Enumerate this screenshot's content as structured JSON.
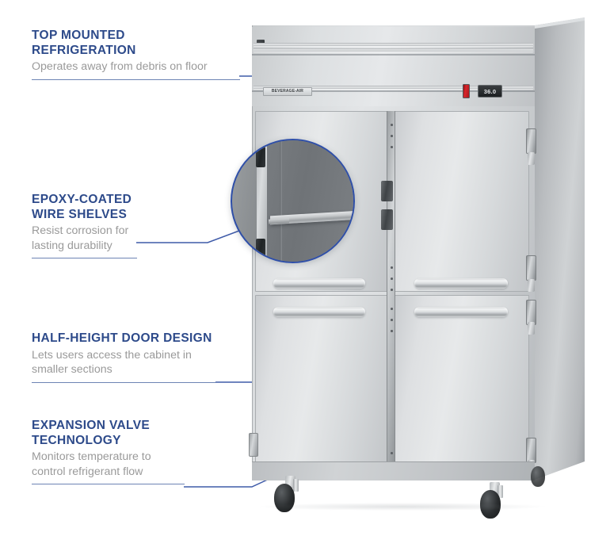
{
  "page": {
    "background_color": "#ffffff",
    "accent_color": "#2d4a8a",
    "leader_color": "#3f5ba9",
    "rule_color": "#6d84b4",
    "body_text_color": "#9a9a9a"
  },
  "callouts": [
    {
      "id": "top-mounted-refrigeration",
      "title": "TOP MOUNTED\nREFRIGERATION",
      "description": "Operates away from debris on floor"
    },
    {
      "id": "epoxy-coated-wire-shelves",
      "title": "EPOXY-COATED\nWIRE SHELVES",
      "description": "Resist corrosion for\nlasting durability"
    },
    {
      "id": "half-height-door-design",
      "title": "HALF-HEIGHT DOOR DESIGN",
      "description": "Lets users access the cabinet in\nsmaller sections"
    },
    {
      "id": "expansion-valve-technology",
      "title": "EXPANSION VALVE\nTECHNOLOGY",
      "description": "Monitors temperature to\ncontrol refrigerant flow"
    }
  ],
  "product": {
    "name": "two-section-reach-in-refrigerator",
    "brand_label": "BEVERAGE-AIR",
    "temperature_display": "36.0",
    "power_switch_color": "#c82026",
    "door_count": 4,
    "caster_count": 4,
    "hinge_count": 4
  },
  "magnifier": {
    "name": "wire-shelf-detail-magnifier",
    "ring_color": "#2f4fa8"
  }
}
